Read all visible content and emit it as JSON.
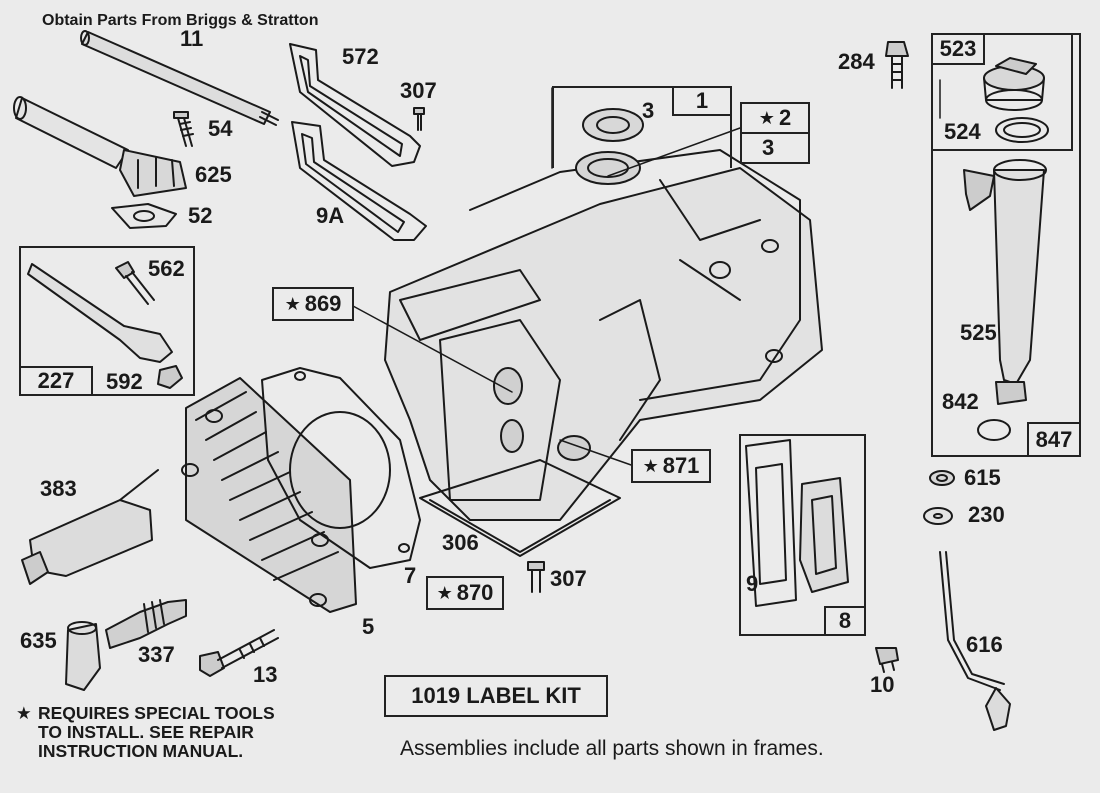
{
  "header": "Obtain Parts From Briggs & Stratton",
  "star_symbol": "★",
  "part_labels": {
    "p11": "11",
    "p572": "572",
    "p307a": "307",
    "p54": "54",
    "p625": "625",
    "p52": "52",
    "p9a": "9A",
    "p3": "3",
    "p284": "284",
    "p524": "524",
    "p562": "562",
    "p592": "592",
    "p525": "525",
    "p842": "842",
    "p615": "615",
    "p230": "230",
    "p383": "383",
    "p306": "306",
    "p7": "7",
    "p307b": "307",
    "p9": "9",
    "p5": "5",
    "p635": "635",
    "p337": "337",
    "p13": "13",
    "p10": "10",
    "p616": "616"
  },
  "frame_labels": {
    "f1": "1",
    "f2": "2",
    "f2_sub": "3",
    "f523": "523",
    "f847": "847",
    "f227": "227",
    "f869": "869",
    "f871": "871",
    "f870": "870",
    "f8": "8"
  },
  "label_kit": "1019 LABEL KIT",
  "note": {
    "line1": "REQUIRES SPECIAL TOOLS",
    "line2": "TO INSTALL.  SEE REPAIR",
    "line3": "INSTRUCTION MANUAL."
  },
  "assemblies_text": "Assemblies include all parts shown in frames."
}
